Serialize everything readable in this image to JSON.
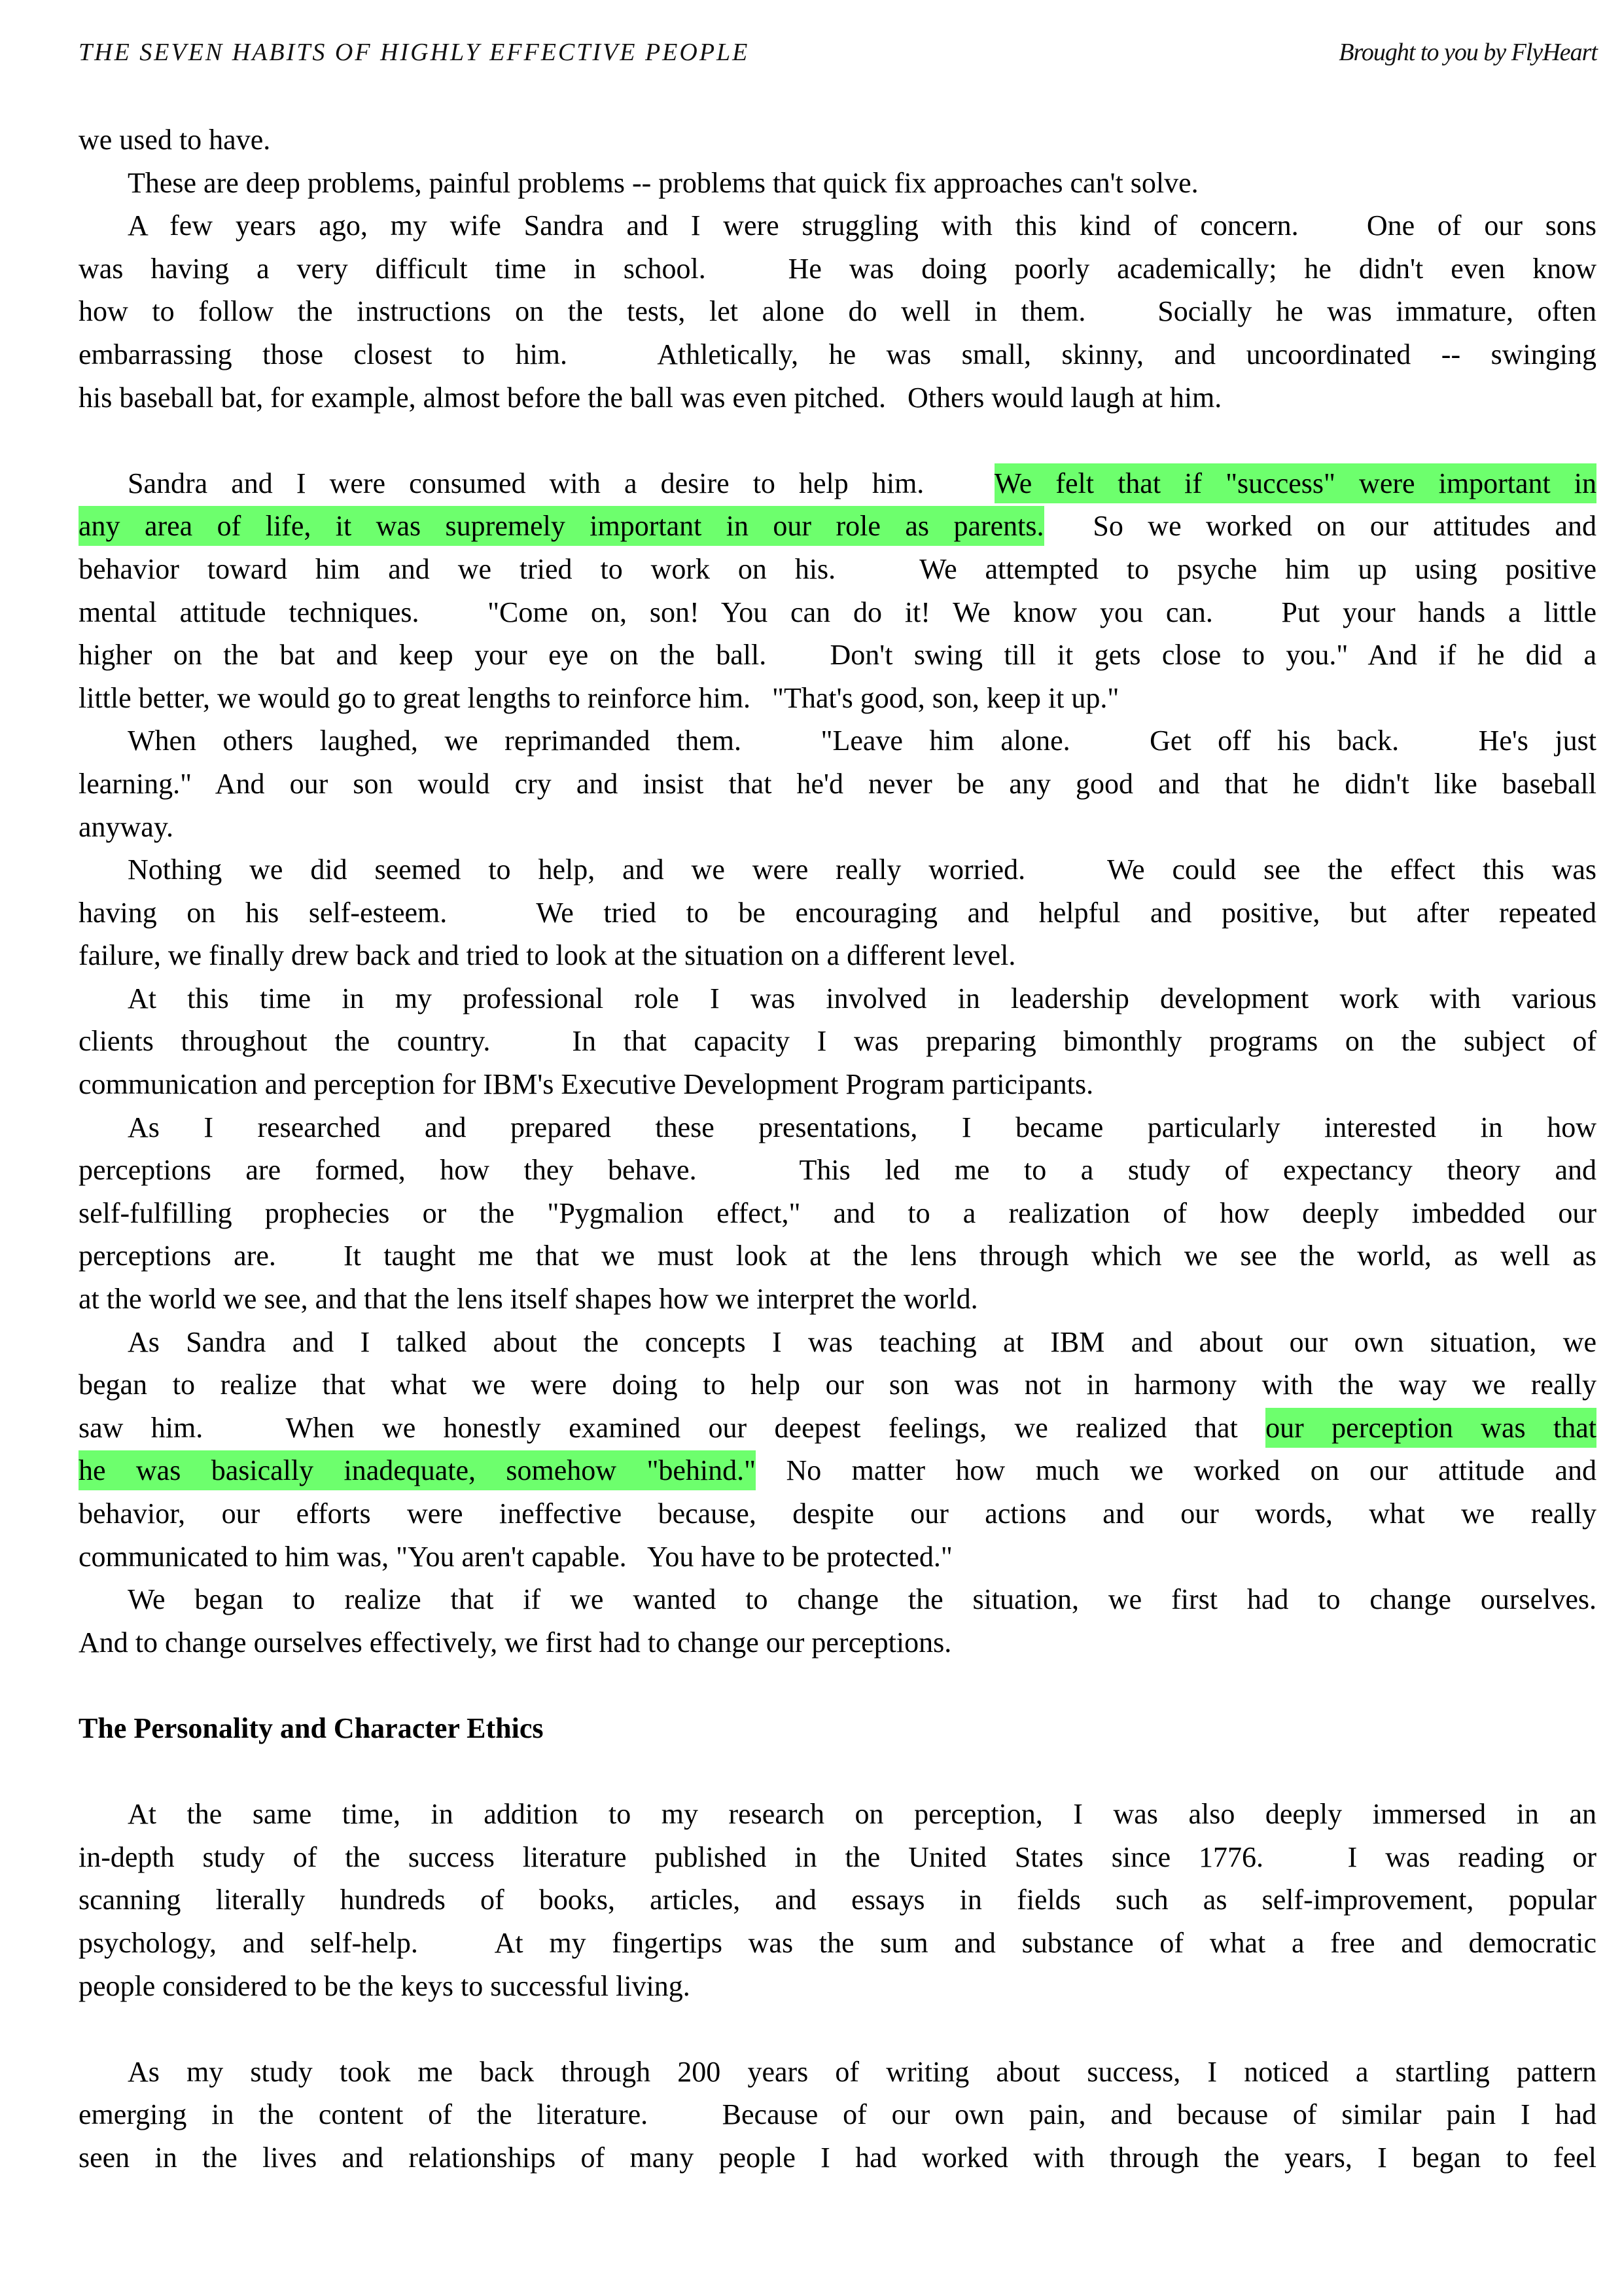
{
  "header": {
    "title": "THE SEVEN HABITS OF HIGHLY EFFECTIVE PEOPLE",
    "credit": "Brought to you by FlyHeart"
  },
  "highlight_color": "#6dff6d",
  "blocks": [
    {
      "type": "paragraph",
      "indent": false,
      "lines": [
        "we used to have."
      ]
    },
    {
      "type": "paragraph",
      "indent": true,
      "lines": [
        "These are deep problems, painful problems -- problems that quick fix approaches can't solve."
      ]
    },
    {
      "type": "paragraph",
      "indent": true,
      "lines": [
        "A few years ago, my wife Sandra and I were struggling with this kind of concern.   One of our sons",
        "was having a very difficult time in school.   He was doing poorly academically; he didn't even know",
        "how to follow the instructions on the tests, let alone do well in them.   Socially he was immature, often",
        "embarrassing those closest to him.   Athletically, he was small, skinny, and uncoordinated -- swinging",
        "his baseball bat, for example, almost before the ball was even pitched.   Others would laugh at him."
      ]
    },
    {
      "type": "spacer"
    },
    {
      "type": "paragraph",
      "indent": true,
      "lines": [
        [
          {
            "text": "Sandra and I were consumed with a desire to help him.   "
          },
          {
            "text": "We felt that if \"success\" were important in",
            "highlight": true
          }
        ],
        [
          {
            "text": "any area of life, it was supremely important in our role as parents.",
            "highlight": true
          },
          {
            "text": "  So we worked on our attitudes and"
          }
        ],
        "behavior toward him and we tried to work on his.   We attempted to psyche him up using positive",
        "mental attitude techniques.   \"Come on, son! You can do it! We know you can.   Put your hands a little",
        "higher on the bat and keep your eye on the ball.   Don't swing till it gets close to you.\" And if he did a",
        "little better, we would go to great lengths to reinforce him.   \"That's good, son, keep it up.\""
      ]
    },
    {
      "type": "paragraph",
      "indent": true,
      "lines": [
        "When others laughed, we reprimanded them.   \"Leave him alone.   Get off his back.   He's just",
        "learning.\" And our son would cry and insist that he'd never be any good and that he didn't like baseball",
        "anyway."
      ]
    },
    {
      "type": "paragraph",
      "indent": true,
      "lines": [
        "Nothing we did seemed to help, and we were really worried.   We could see the effect this was",
        "having on his self-esteem.   We tried to be encouraging and helpful and positive, but after repeated",
        "failure, we finally drew back and tried to look at the situation on a different level."
      ]
    },
    {
      "type": "paragraph",
      "indent": true,
      "lines": [
        "At this time in my professional role I was involved in leadership development work with various",
        "clients throughout the country.   In that capacity I was preparing bimonthly programs on the subject of",
        "communication and perception for IBM's Executive Development Program participants."
      ]
    },
    {
      "type": "paragraph",
      "indent": true,
      "lines": [
        "As I researched and prepared these presentations, I became particularly interested in how",
        "perceptions are formed, how they behave.   This led me to a study of expectancy theory and",
        "self-fulfilling prophecies or the \"Pygmalion effect,\" and to a realization of how deeply imbedded our",
        "perceptions are.   It taught me that we must look at the lens through which we see the world, as well as",
        "at the world we see, and that the lens itself shapes how we interpret the world."
      ]
    },
    {
      "type": "paragraph",
      "indent": true,
      "lines": [
        "As Sandra and I talked about the concepts I was teaching at IBM and about our own situation, we",
        "began to realize that what we were doing to help our son was not in harmony with the way we really",
        [
          {
            "text": "saw him.   When we honestly examined our deepest feelings, we realized that "
          },
          {
            "text": "our perception was that",
            "highlight": true
          }
        ],
        [
          {
            "text": "he was basically inadequate, somehow \"behind.\"",
            "highlight": true
          },
          {
            "text": " No matter how much we worked on our attitude and"
          }
        ],
        "behavior, our efforts were ineffective because, despite our actions and our words, what we really",
        "communicated to him was, \"You aren't capable.   You have to be protected.\""
      ]
    },
    {
      "type": "paragraph",
      "indent": true,
      "lines": [
        "We began to realize that if we wanted to change the situation, we first had to change ourselves.",
        "And to change ourselves effectively, we first had to change our perceptions."
      ],
      "first_only_indent": true
    },
    {
      "type": "spacer"
    },
    {
      "type": "heading",
      "text": "The Personality and Character Ethics"
    },
    {
      "type": "spacer"
    },
    {
      "type": "paragraph",
      "indent": true,
      "lines": [
        "At the same time, in addition to my research on perception, I was also deeply immersed in an",
        "in-depth study of the success literature published in the United States since 1776.   I was reading or",
        "scanning literally hundreds of books, articles, and essays in fields such as self-improvement, popular",
        "psychology, and self-help.   At my fingertips was the sum and substance of what a free and democratic",
        "people considered to be the keys to successful living."
      ]
    },
    {
      "type": "spacer"
    },
    {
      "type": "paragraph",
      "indent": true,
      "continues": true,
      "lines": [
        "As my study took me back through 200 years of writing about success, I noticed a startling pattern",
        "emerging in the content of the literature.   Because of our own pain, and because of similar pain I had",
        "seen in the lives and relationships of many people I had worked with through the years, I began to feel"
      ]
    }
  ]
}
